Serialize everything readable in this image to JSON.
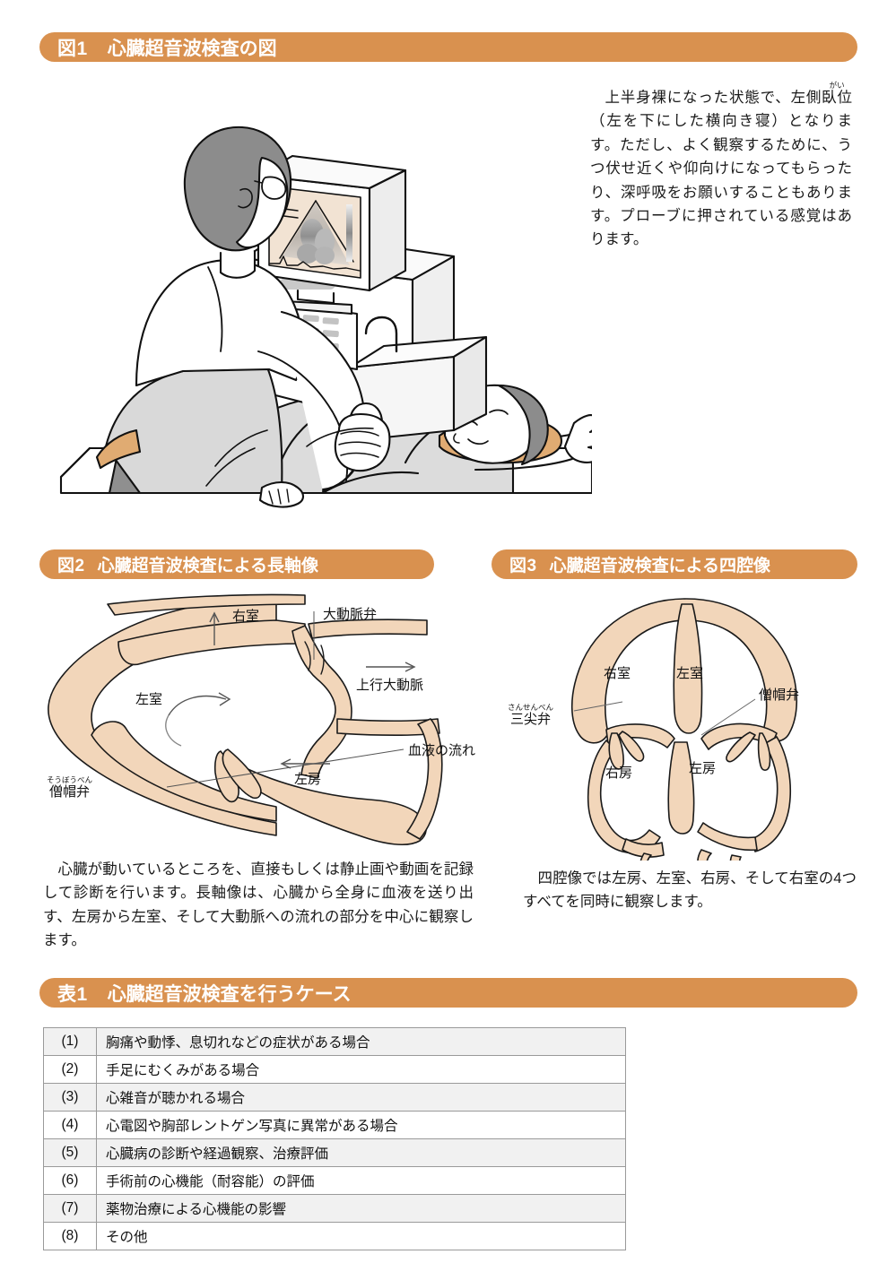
{
  "figures": {
    "fig1": {
      "number": "図1",
      "title": "心臓超音波検査の図"
    },
    "fig2": {
      "number": "図2",
      "title": "心臓超音波検査による長軸像"
    },
    "fig3": {
      "number": "図3",
      "title": "心臓超音波検査による四腔像"
    }
  },
  "tables": {
    "table1": {
      "number": "表1",
      "title": "心臓超音波検査を行うケース"
    }
  },
  "intro_paragraph": "上半身裸になった状態で、左側臥位（左を下にした横向き寝）となります。ただし、よく観察するために、うつ伏せ近くや仰向けになってもらったり、深呼吸をお願いすることもあります。プローブに押されている感覚はあります。",
  "intro_ruby": {
    "base": "臥位",
    "reading": "がい"
  },
  "fig2_caption": "心臓が動いているところを、直接もしくは静止画や動画を記録して診断を行います。長軸像は、心臓から全身に血液を送り出す、左房から左室、そして大動脈への流れの部分を中心に観察します。",
  "fig3_caption": "四腔像では左房、左室、右房、そして右室の4つすべてを同時に観察します。",
  "fig2_labels": {
    "right_ventricle": "右室",
    "aortic_valve": "大動脈弁",
    "ascending_aorta": "上行大動脈",
    "left_ventricle": "左室",
    "blood_flow": "血液の流れ",
    "left_atrium": "左房",
    "mitral_valve": "僧帽弁",
    "mitral_valve_ruby": "そうぼうべん"
  },
  "fig3_labels": {
    "right_ventricle": "右室",
    "left_ventricle": "左室",
    "mitral_valve": "僧帽弁",
    "tricuspid_valve": "三尖弁",
    "tricuspid_valve_ruby": "さんせんべん",
    "right_atrium": "右房",
    "left_atrium": "左房"
  },
  "table1_rows": [
    {
      "no": "(1)",
      "text": "胸痛や動悸、息切れなどの症状がある場合"
    },
    {
      "no": "(2)",
      "text": "手足にむくみがある場合"
    },
    {
      "no": "(3)",
      "text": "心雑音が聴かれる場合"
    },
    {
      "no": "(4)",
      "text": "心電図や胸部レントゲン写真に異常がある場合"
    },
    {
      "no": "(5)",
      "text": "心臓病の診断や経過観察、治療評価"
    },
    {
      "no": "(6)",
      "text": "手術前の心機能（耐容能）の評価"
    },
    {
      "no": "(7)",
      "text": "薬物治療による心機能の影響"
    },
    {
      "no": "(8)",
      "text": "その他"
    }
  ],
  "colors": {
    "header_orange": "#d9914f",
    "heart_fill": "#f2d6ba",
    "heart_outline": "#1a1a1a",
    "skin": "#e8b887",
    "gown_gray": "#d9d9d9",
    "hair_gray": "#8c8c8c",
    "table_border": "#9a9a9a",
    "table_alt_row": "#f1f1f1"
  }
}
